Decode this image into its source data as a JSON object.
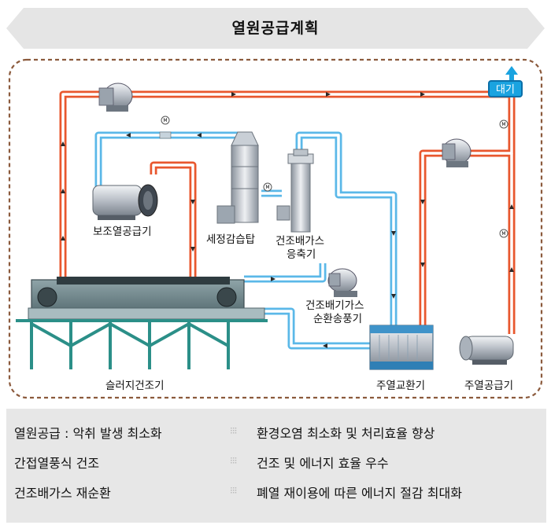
{
  "title": "열원공급계획",
  "labels": {
    "aux_heater": "보조열공급기",
    "scrubber": "세정감습탑",
    "condenser_line1": "건조배가스",
    "condenser_line2": "응축기",
    "fan_line1": "건조배기가스",
    "fan_line2": "순환송풍기",
    "sludge_dryer": "슬러지건조기",
    "heat_exchanger": "주열교환기",
    "main_heater": "주열공급기",
    "atmosphere": "대기"
  },
  "valve_symbol": "M",
  "features_left": [
    "열원공급 : 악취 발생 최소화",
    "간접열풍식 건조",
    "건조배가스 재순환"
  ],
  "features_right": [
    "환경오염 최소화 및 처리효율 향상",
    "건조 및 에너지 효율 우수",
    "폐열 재이용에 따른 에너지 절감 최대화"
  ],
  "bullet_glyph": "⁝⁝⁝",
  "colors": {
    "hot_pipe": "#e8572e",
    "cold_pipe": "#5bb8e8",
    "boundary": "#8b5a3c",
    "banner": "#e5e5e5"
  }
}
